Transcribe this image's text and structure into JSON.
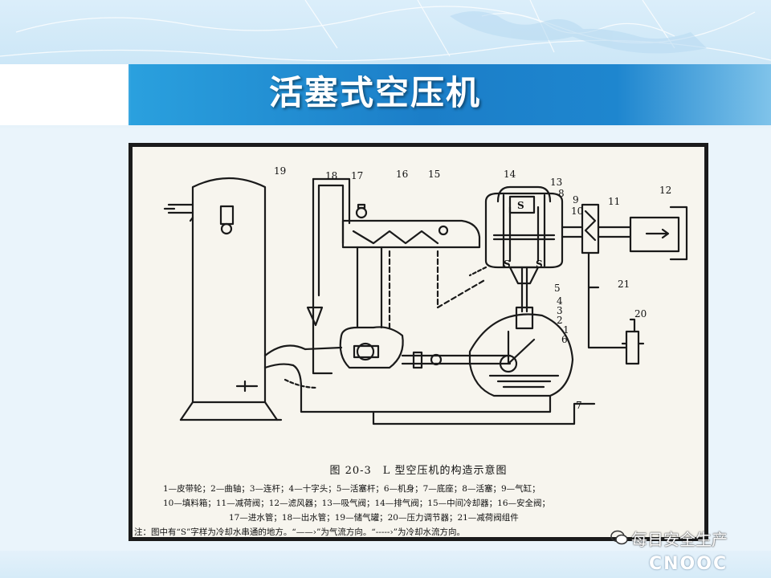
{
  "slide": {
    "title": "活塞式空压机"
  },
  "figure": {
    "caption": "图 20-3　L 型空压机的构造示意图",
    "legend_line1": "1—皮带轮；2—曲轴；3—连杆；4—十字头；5—活塞杆；6—机身；7—底座；8—活塞；9—气缸；",
    "legend_line2": "10—填料箱；11—减荷阀；12—滤风器；13—吸气阀；14—排气阀；15—中间冷却器；16—安全阀；",
    "legend_line3": "17—进水管；18—出水管；19—储气罐；20—压力调节器；21—减荷阀组件",
    "note": "注：图中有“S”字样为冷却水串通的地方。“——›”为气流方向。“-----›”为冷却水流方向。",
    "labels": [
      "19",
      "18",
      "17",
      "16",
      "15",
      "14",
      "13",
      "8",
      "9",
      "10",
      "11",
      "12",
      "21",
      "20",
      "5",
      "4",
      "3",
      "2",
      "1",
      "6",
      "7"
    ],
    "s_mark": "S"
  },
  "footer": {
    "logo": "CNOOC",
    "watermark": "每日安全生产"
  },
  "colors": {
    "title_bar": "#1b7ec8",
    "frame": "#1b1b1b",
    "paper": "#f7f5ee"
  }
}
